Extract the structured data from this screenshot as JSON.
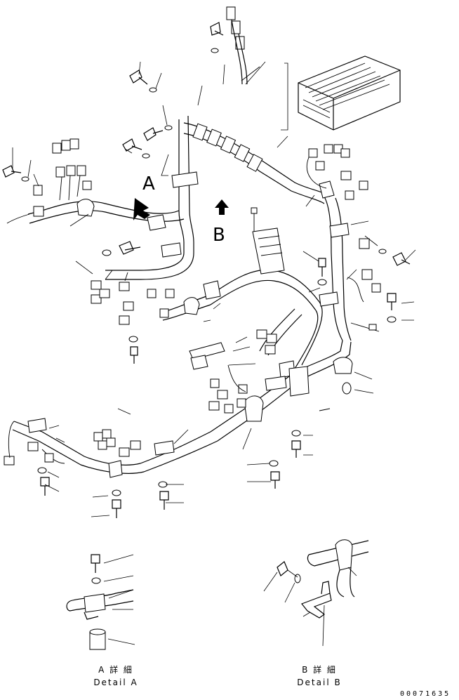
{
  "labels": {
    "view_a": "A",
    "view_b": "B"
  },
  "details": {
    "a_jp": "A 詳 細",
    "a_en": "Detail A",
    "b_jp": "B 詳 細",
    "b_en": "Detail B"
  },
  "drawing_number": "00071635"
}
